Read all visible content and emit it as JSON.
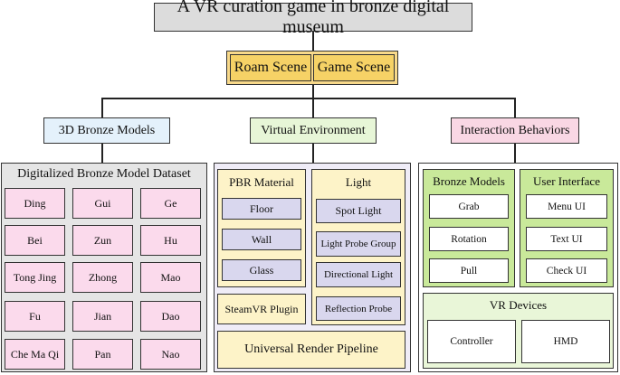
{
  "title": "A VR curation game in bronze digital museum",
  "scenes": [
    "Roam Scene",
    "Game Scene"
  ],
  "categories": {
    "models": "3D Bronze Models",
    "environment": "Virtual Environment",
    "interaction": "Interaction Behaviors"
  },
  "dataset": {
    "title": "Digitalized Bronze Model Dataset",
    "items": [
      "Ding",
      "Gui",
      "Ge",
      "Bei",
      "Zun",
      "Hu",
      "Tong Jing",
      "Zhong",
      "Mao",
      "Fu",
      "Jian",
      "Dao",
      "Che Ma Qi",
      "Pan",
      "Nao"
    ]
  },
  "environment": {
    "pbr_title": "PBR Material",
    "pbr_items": [
      "Floor",
      "Wall",
      "Glass"
    ],
    "light_title": "Light",
    "light_items": [
      "Spot Light",
      "Light Probe Group",
      "Directional Light",
      "Reflection Probe"
    ],
    "steamvr": "SteamVR Plugin",
    "urp": "Universal Render Pipeline"
  },
  "interaction": {
    "bronze_title": "Bronze Models",
    "bronze_items": [
      "Grab",
      "Rotation",
      "Pull"
    ],
    "ui_title": "User Interface",
    "ui_items": [
      "Menu UI",
      "Text UI",
      "Check UI"
    ],
    "vr_title": "VR Devices",
    "vr_items": [
      "Controller",
      "HMD"
    ]
  }
}
